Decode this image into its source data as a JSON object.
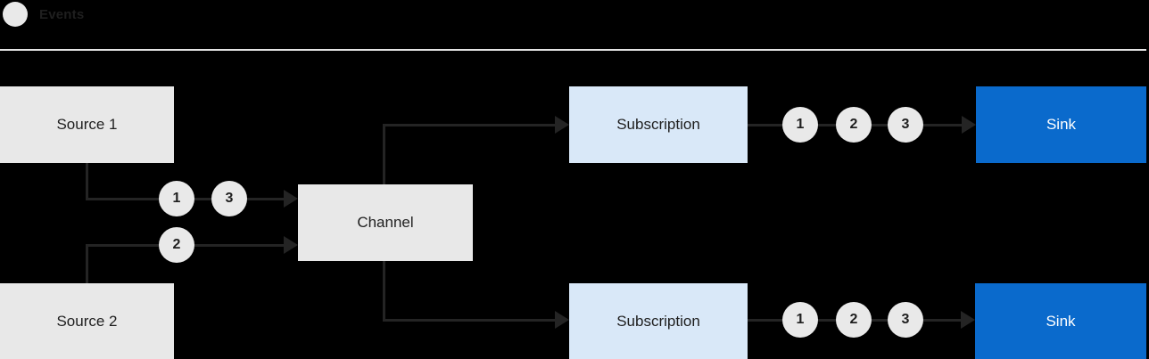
{
  "legend": {
    "label": "Events"
  },
  "colors": {
    "bg": "#000000",
    "box_gray": "#e8e8e8",
    "box_light_blue": "#d9e8f8",
    "box_blue": "#0a6acc",
    "line": "#242424",
    "divider": "#e4e4e4",
    "circle_fill": "#e9e9e9",
    "text_dark": "#1f1f1f",
    "text_light": "#ffffff"
  },
  "nodes": {
    "source1": {
      "label": "Source 1"
    },
    "source2": {
      "label": "Source 2"
    },
    "channel": {
      "label": "Channel"
    },
    "subscription_top": {
      "label": "Subscription"
    },
    "subscription_bottom": {
      "label": "Subscription"
    },
    "sink_top": {
      "label": "Sink"
    },
    "sink_bottom": {
      "label": "Sink"
    }
  },
  "event_markers": {
    "source1_to_channel": [
      "1",
      "3"
    ],
    "source2_to_channel": [
      "2"
    ],
    "subscription_top_to_sink": [
      "1",
      "2",
      "3"
    ],
    "subscription_bottom_to_sink": [
      "1",
      "2",
      "3"
    ]
  }
}
